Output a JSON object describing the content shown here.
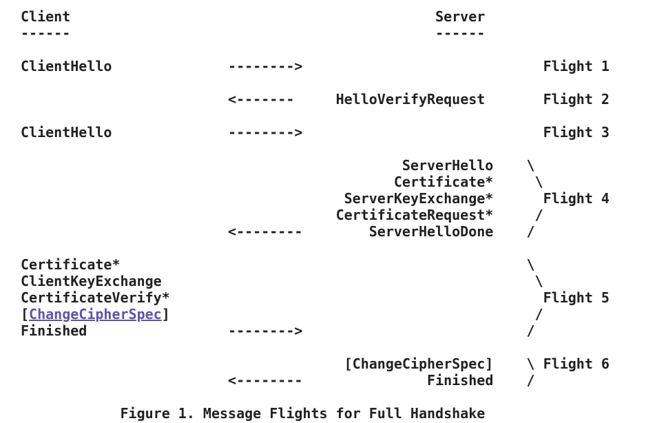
{
  "page": {
    "background_color": "#ffffff",
    "text_color": "#212121",
    "link_color": "#5d54a4"
  },
  "figure": {
    "caption": "Figure 1. Message Flights for Full Handshake",
    "participants": [
      "Client",
      "Server"
    ],
    "lines": [
      {
        "name": "participants-row",
        "segments": [
          {
            "col": 0,
            "text": "Client",
            "seg_name": "client-label"
          },
          {
            "col": 50,
            "text": "Server",
            "seg_name": "server-label"
          }
        ]
      },
      {
        "name": "participants-underline-row",
        "segments": [
          {
            "col": 0,
            "text": "------",
            "seg_name": "client-underline"
          },
          {
            "col": 50,
            "text": "------",
            "seg_name": "server-underline"
          }
        ]
      },
      {
        "name": "blank-row",
        "segments": []
      },
      {
        "name": "flight-1-row",
        "segments": [
          {
            "col": 0,
            "text": "ClientHello",
            "seg_name": "message-clienthello"
          },
          {
            "col": 25,
            "text": "-------->",
            "seg_name": "arrow-right"
          },
          {
            "col": 63,
            "text": "Flight 1",
            "seg_name": "flight-1-label"
          }
        ]
      },
      {
        "name": "blank-row",
        "segments": []
      },
      {
        "name": "flight-2-row",
        "segments": [
          {
            "col": 25,
            "text": "<-------",
            "seg_name": "arrow-left"
          },
          {
            "col": 38,
            "text": "HelloVerifyRequest",
            "seg_name": "message-helloverifyrequest"
          },
          {
            "col": 63,
            "text": "Flight 2",
            "seg_name": "flight-2-label"
          }
        ]
      },
      {
        "name": "blank-row",
        "segments": []
      },
      {
        "name": "flight-3-row",
        "segments": [
          {
            "col": 0,
            "text": "ClientHello",
            "seg_name": "message-clienthello"
          },
          {
            "col": 25,
            "text": "-------->",
            "seg_name": "arrow-right"
          },
          {
            "col": 63,
            "text": "Flight 3",
            "seg_name": "flight-3-label"
          }
        ]
      },
      {
        "name": "blank-row",
        "segments": []
      },
      {
        "name": "flight-4-row-serverhello",
        "segments": [
          {
            "col": 46,
            "text": "ServerHello",
            "seg_name": "message-serverhello"
          },
          {
            "col": 61,
            "text": "\\",
            "seg_name": "group-brace"
          }
        ]
      },
      {
        "name": "flight-4-row-certificate",
        "segments": [
          {
            "col": 45,
            "text": "Certificate*",
            "seg_name": "message-certificate"
          },
          {
            "col": 62,
            "text": "\\",
            "seg_name": "group-brace"
          }
        ]
      },
      {
        "name": "flight-4-row-serverkeyexchange",
        "segments": [
          {
            "col": 39,
            "text": "ServerKeyExchange*",
            "seg_name": "message-serverkeyexchange"
          },
          {
            "col": 63,
            "text": "Flight 4",
            "seg_name": "flight-4-label"
          }
        ]
      },
      {
        "name": "flight-4-row-certificaterequest",
        "segments": [
          {
            "col": 38,
            "text": "CertificateRequest*",
            "seg_name": "message-certificaterequest"
          },
          {
            "col": 62,
            "text": "/",
            "seg_name": "group-brace"
          }
        ]
      },
      {
        "name": "flight-4-row-serverhellodone",
        "segments": [
          {
            "col": 25,
            "text": "<--------",
            "seg_name": "arrow-left"
          },
          {
            "col": 42,
            "text": "ServerHelloDone",
            "seg_name": "message-serverhellodone"
          },
          {
            "col": 61,
            "text": "/",
            "seg_name": "group-brace"
          }
        ]
      },
      {
        "name": "blank-row",
        "segments": []
      },
      {
        "name": "flight-5-row-certificate",
        "segments": [
          {
            "col": 0,
            "text": "Certificate*",
            "seg_name": "message-certificate"
          },
          {
            "col": 61,
            "text": "\\",
            "seg_name": "group-brace"
          }
        ]
      },
      {
        "name": "flight-5-row-clientkeyexchange",
        "segments": [
          {
            "col": 0,
            "text": "ClientKeyExchange",
            "seg_name": "message-clientkeyexchange"
          },
          {
            "col": 62,
            "text": "\\",
            "seg_name": "group-brace"
          }
        ]
      },
      {
        "name": "flight-5-row-certificateverify",
        "segments": [
          {
            "col": 0,
            "text": "CertificateVerify*",
            "seg_name": "message-certificateverify"
          },
          {
            "col": 63,
            "text": "Flight 5",
            "seg_name": "flight-5-label"
          }
        ]
      },
      {
        "name": "flight-5-row-changecipherspec",
        "segments": [
          {
            "col": 0,
            "text": "[",
            "seg_name": "bracket-open"
          },
          {
            "col": 1,
            "text": "ChangeCipherSpec",
            "seg_name": "changecipherspec-link",
            "link": true
          },
          {
            "col": 17,
            "text": "]",
            "seg_name": "bracket-close"
          },
          {
            "col": 62,
            "text": "/",
            "seg_name": "group-brace"
          }
        ]
      },
      {
        "name": "flight-5-row-finished",
        "segments": [
          {
            "col": 0,
            "text": "Finished",
            "seg_name": "message-finished"
          },
          {
            "col": 25,
            "text": "-------->",
            "seg_name": "arrow-right"
          },
          {
            "col": 61,
            "text": "/",
            "seg_name": "group-brace"
          }
        ]
      },
      {
        "name": "blank-row",
        "segments": []
      },
      {
        "name": "flight-6-row-changecipherspec",
        "segments": [
          {
            "col": 39,
            "text": "[ChangeCipherSpec]",
            "seg_name": "message-changecipherspec"
          },
          {
            "col": 61,
            "text": "\\",
            "seg_name": "group-brace"
          },
          {
            "col": 63,
            "text": "Flight 6",
            "seg_name": "flight-6-label"
          }
        ]
      },
      {
        "name": "flight-6-row-finished",
        "segments": [
          {
            "col": 25,
            "text": "<--------",
            "seg_name": "arrow-left"
          },
          {
            "col": 49,
            "text": "Finished",
            "seg_name": "message-finished"
          },
          {
            "col": 61,
            "text": "/",
            "seg_name": "group-brace"
          }
        ]
      },
      {
        "name": "blank-row",
        "segments": []
      },
      {
        "name": "figure-caption-row",
        "segments": [
          {
            "col": 12,
            "text": "Figure 1. Message Flights for Full Handshake",
            "seg_name": "figure-caption-text"
          }
        ]
      }
    ]
  }
}
